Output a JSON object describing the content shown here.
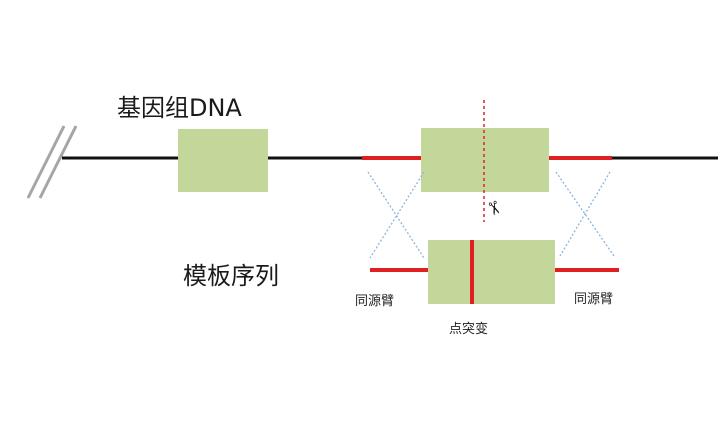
{
  "labels": {
    "genomic_dna": "基因组DNA",
    "template_sequence": "模板序列",
    "homology_arm_left": "同源臂",
    "homology_arm_right": "同源臂",
    "point_mutation": "点突变"
  },
  "icons": {
    "cut_site": "scissors-icon"
  },
  "colors": {
    "dna_line": "#111111",
    "homology_arm": "#e02020",
    "exon_box": "#c4d79b",
    "crossover": "#8fb3d9",
    "cut_line": "#e02020",
    "break_marks": "#a6a6a6"
  }
}
